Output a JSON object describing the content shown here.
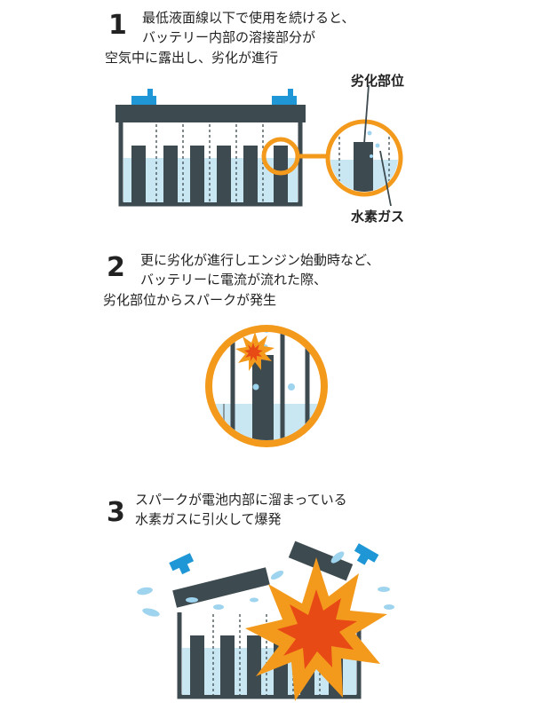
{
  "step1": {
    "number": "1",
    "lines": [
      "最低液面線以下で使用を続けると、",
      "バッテリー内部の溶接部分が",
      "空気中に露出し、劣化が進行"
    ],
    "label_degraded": "劣化部位",
    "label_gas": "水素ガス"
  },
  "step2": {
    "number": "2",
    "lines": [
      "更に劣化が進行しエンジン始動時など、",
      "バッテリーに電流が流れた際、",
      "劣化部位からスパークが発生"
    ]
  },
  "step3": {
    "number": "3",
    "lines": [
      "スパークが電池内部に溜まっている",
      "水素ガスに引火して爆発"
    ]
  },
  "colors": {
    "dark": "#3d4a4f",
    "electrolyte": "#c9e7f3",
    "orange": "#f39a1d",
    "cap": "#1f97d6",
    "spark_inner": "#e84a16",
    "bubble": "#9fd4ef"
  }
}
